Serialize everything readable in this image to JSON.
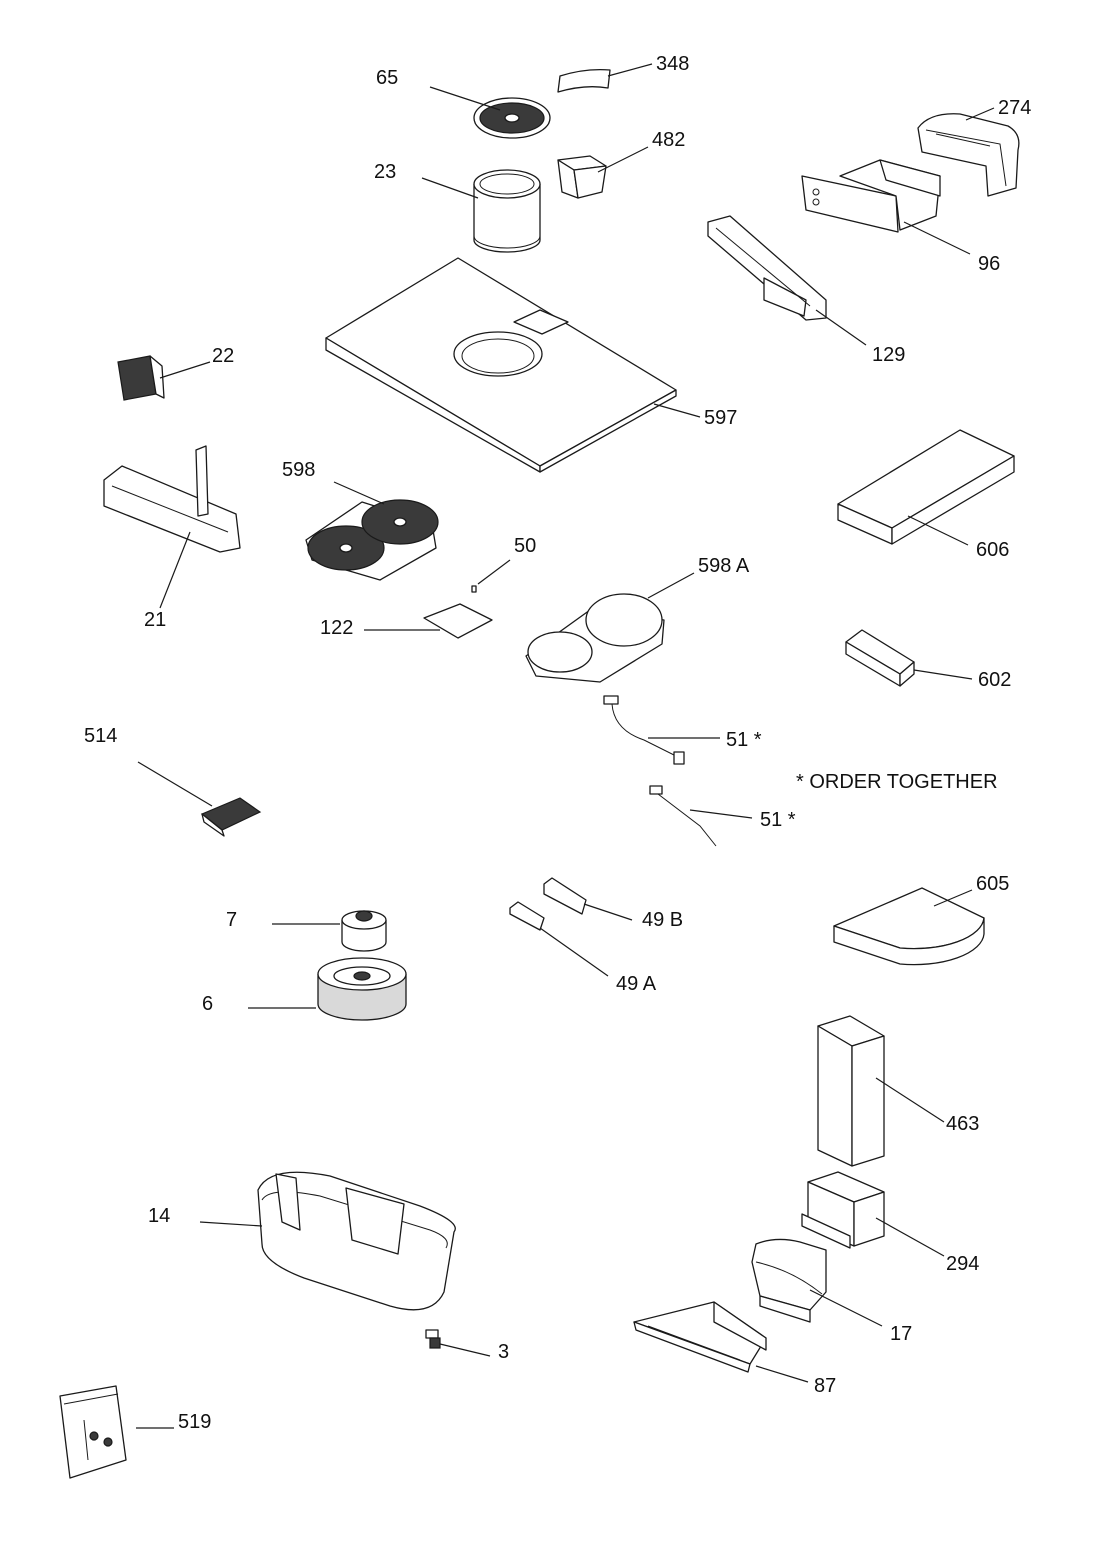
{
  "labels": {
    "p65": "65",
    "p348": "348",
    "p482": "482",
    "p23": "23",
    "p274": "274",
    "p96": "96",
    "p129": "129",
    "p22": "22",
    "p597": "597",
    "p598": "598",
    "p21": "21",
    "p50": "50",
    "p122": "122",
    "p598a": "598 A",
    "p606": "606",
    "p602": "602",
    "p514": "514",
    "p51a": "51 *",
    "p51b": "51 *",
    "note": "* ORDER TOGETHER",
    "p605": "605",
    "p7": "7",
    "p49b": "49 B",
    "p49a": "49 A",
    "p6": "6",
    "p463": "463",
    "p14": "14",
    "p294": "294",
    "p17": "17",
    "p3": "3",
    "p87": "87",
    "p519": "519"
  },
  "colors": {
    "line": "#1a1a1a",
    "fill": "#ffffff",
    "shade": "#d9d9d9",
    "dark": "#3a3a3a"
  }
}
